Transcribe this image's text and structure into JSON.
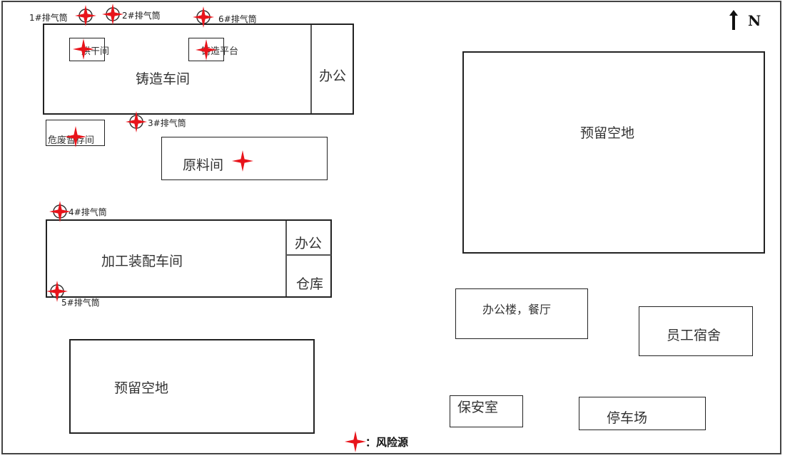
{
  "buildings": {
    "casting_workshop": "铸造车间",
    "casting_office": "办公",
    "drying_room": "烘干间",
    "casting_platform": "铸造平台",
    "hazwaste_store": "危废暂存间",
    "raw_material_room": "原料间",
    "assembly_workshop": "加工装配车间",
    "assembly_office": "办公",
    "warehouse": "仓库",
    "reserved_land_ne": "预留空地",
    "reserved_land_sw": "预留空地",
    "office_building": "办公楼，餐厅",
    "staff_dorm": "员工宿舍",
    "guard_room": "保安室",
    "parking": "停车场"
  },
  "stacks": {
    "s1": "1#排气筒",
    "s2": "2#排气筒",
    "s3": "3#排气筒",
    "s4": "4#排气筒",
    "s5": "5#排气筒",
    "s6": "6#排气筒"
  },
  "north_label": "N",
  "legend": {
    "label": "：风险源"
  },
  "colors": {
    "risk": "#e8141b",
    "line": "#222222"
  },
  "icons": {
    "risk_source": "four-point-star-icon",
    "exhaust_stack": "circle-stack-icon",
    "north_arrow": "arrow-up-icon"
  }
}
